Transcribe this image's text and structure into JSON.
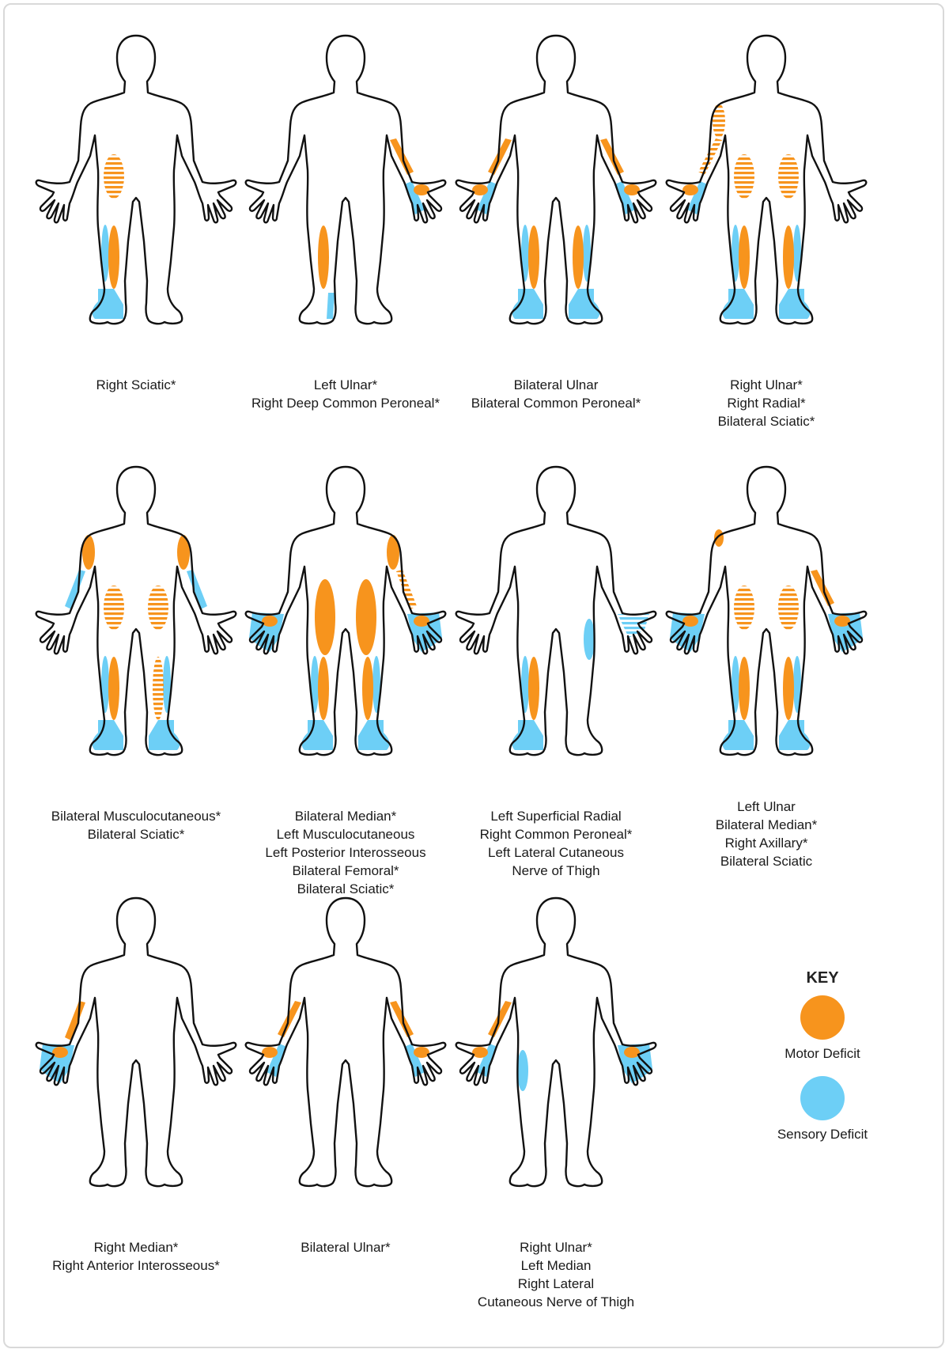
{
  "colors": {
    "motor": "#f7941d",
    "sensory": "#6dcff6",
    "outline": "#111111"
  },
  "figures": [
    {
      "id": "fig-1",
      "lines": [
        "Right Sciatic*"
      ],
      "regions": [
        {
          "part": "L-thigh",
          "type": "motor",
          "pattern": "striped"
        },
        {
          "part": "L-shin",
          "type": "motor",
          "pattern": "solid"
        },
        {
          "part": "L-shin-outer",
          "type": "sensory",
          "pattern": "solid"
        },
        {
          "part": "L-foot",
          "type": "sensory",
          "pattern": "solid"
        }
      ]
    },
    {
      "id": "fig-2",
      "lines": [
        "Left Ulnar*",
        "Right Deep Common Peroneal*"
      ],
      "regions": [
        {
          "part": "R-forearm-ulnar",
          "type": "motor",
          "pattern": "solid"
        },
        {
          "part": "R-hand-ulnar",
          "type": "sensory",
          "pattern": "solid"
        },
        {
          "part": "R-palm",
          "type": "motor",
          "pattern": "solid"
        },
        {
          "part": "L-shin",
          "type": "motor",
          "pattern": "solid"
        },
        {
          "part": "L-foot-web",
          "type": "sensory",
          "pattern": "solid"
        }
      ]
    },
    {
      "id": "fig-3",
      "lines": [
        "Bilateral Ulnar",
        "Bilateral Common Peroneal*"
      ],
      "regions": [
        {
          "part": "L-forearm-ulnar",
          "type": "motor",
          "pattern": "solid"
        },
        {
          "part": "R-forearm-ulnar",
          "type": "motor",
          "pattern": "solid"
        },
        {
          "part": "L-hand-ulnar",
          "type": "sensory",
          "pattern": "solid"
        },
        {
          "part": "R-hand-ulnar",
          "type": "sensory",
          "pattern": "solid"
        },
        {
          "part": "L-palm",
          "type": "motor",
          "pattern": "solid"
        },
        {
          "part": "R-palm",
          "type": "motor",
          "pattern": "solid"
        },
        {
          "part": "L-shin",
          "type": "motor",
          "pattern": "solid"
        },
        {
          "part": "R-shin",
          "type": "motor",
          "pattern": "solid"
        },
        {
          "part": "L-shin-outer",
          "type": "sensory",
          "pattern": "solid"
        },
        {
          "part": "R-shin-outer",
          "type": "sensory",
          "pattern": "solid"
        },
        {
          "part": "L-foot",
          "type": "sensory",
          "pattern": "solid"
        },
        {
          "part": "R-foot",
          "type": "sensory",
          "pattern": "solid"
        }
      ]
    },
    {
      "id": "fig-4",
      "lines": [
        "Right Ulnar*",
        "Right Radial*",
        "Bilateral Sciatic*"
      ],
      "regions": [
        {
          "part": "L-upperarm",
          "type": "motor",
          "pattern": "striped"
        },
        {
          "part": "L-forearm-ulnar",
          "type": "motor",
          "pattern": "striped"
        },
        {
          "part": "L-hand-ulnar",
          "type": "sensory",
          "pattern": "solid"
        },
        {
          "part": "L-palm",
          "type": "motor",
          "pattern": "solid"
        },
        {
          "part": "L-thigh",
          "type": "motor",
          "pattern": "striped"
        },
        {
          "part": "R-thigh",
          "type": "motor",
          "pattern": "striped"
        },
        {
          "part": "L-shin",
          "type": "motor",
          "pattern": "solid"
        },
        {
          "part": "R-shin",
          "type": "motor",
          "pattern": "solid"
        },
        {
          "part": "L-shin-outer",
          "type": "sensory",
          "pattern": "solid"
        },
        {
          "part": "R-shin-outer",
          "type": "sensory",
          "pattern": "solid"
        },
        {
          "part": "L-foot",
          "type": "sensory",
          "pattern": "solid"
        },
        {
          "part": "R-foot",
          "type": "sensory",
          "pattern": "solid"
        }
      ]
    },
    {
      "id": "fig-5",
      "lines": [
        "Bilateral Musculocutaneous*",
        "Bilateral Sciatic*"
      ],
      "regions": [
        {
          "part": "L-upperarm",
          "type": "motor",
          "pattern": "solid"
        },
        {
          "part": "R-upperarm",
          "type": "motor",
          "pattern": "solid"
        },
        {
          "part": "L-forearm-radial",
          "type": "sensory",
          "pattern": "solid"
        },
        {
          "part": "R-forearm-radial",
          "type": "sensory",
          "pattern": "solid"
        },
        {
          "part": "L-thigh",
          "type": "motor",
          "pattern": "striped"
        },
        {
          "part": "R-thigh",
          "type": "motor",
          "pattern": "striped"
        },
        {
          "part": "L-shin",
          "type": "motor",
          "pattern": "solid"
        },
        {
          "part": "R-shin",
          "type": "motor",
          "pattern": "striped"
        },
        {
          "part": "L-shin-outer",
          "type": "sensory",
          "pattern": "solid"
        },
        {
          "part": "R-shin-outer",
          "type": "sensory",
          "pattern": "solid"
        },
        {
          "part": "L-foot",
          "type": "sensory",
          "pattern": "solid"
        },
        {
          "part": "R-foot",
          "type": "sensory",
          "pattern": "solid"
        }
      ]
    },
    {
      "id": "fig-6",
      "lines": [
        "Bilateral Median*",
        "Left Musculocutaneous",
        "Left Posterior Interosseous",
        "Bilateral Femoral*",
        "Bilateral Sciatic*"
      ],
      "regions": [
        {
          "part": "L-hand-full",
          "type": "sensory",
          "pattern": "solid"
        },
        {
          "part": "R-hand-full",
          "type": "sensory",
          "pattern": "solid"
        },
        {
          "part": "L-palm",
          "type": "motor",
          "pattern": "solid"
        },
        {
          "part": "R-palm",
          "type": "motor",
          "pattern": "solid"
        },
        {
          "part": "R-upperarm",
          "type": "motor",
          "pattern": "solid"
        },
        {
          "part": "R-forearm-radial",
          "type": "motor",
          "pattern": "striped"
        },
        {
          "part": "L-thigh-full",
          "type": "motor",
          "pattern": "solid"
        },
        {
          "part": "R-thigh-full",
          "type": "motor",
          "pattern": "solid"
        },
        {
          "part": "L-shin",
          "type": "motor",
          "pattern": "solid"
        },
        {
          "part": "R-shin",
          "type": "motor",
          "pattern": "solid"
        },
        {
          "part": "L-shin-outer",
          "type": "sensory",
          "pattern": "solid"
        },
        {
          "part": "R-shin-outer",
          "type": "sensory",
          "pattern": "solid"
        },
        {
          "part": "L-foot",
          "type": "sensory",
          "pattern": "solid"
        },
        {
          "part": "R-foot",
          "type": "sensory",
          "pattern": "solid"
        }
      ]
    },
    {
      "id": "fig-7",
      "lines": [
        "Left Superficial Radial",
        "Right Common Peroneal*",
        "Left Lateral Cutaneous",
        "Nerve of Thigh"
      ],
      "regions": [
        {
          "part": "R-hand-radial",
          "type": "sensory",
          "pattern": "striped"
        },
        {
          "part": "R-thigh-lateral",
          "type": "sensory",
          "pattern": "solid"
        },
        {
          "part": "L-shin",
          "type": "motor",
          "pattern": "solid"
        },
        {
          "part": "L-shin-outer",
          "type": "sensory",
          "pattern": "solid"
        },
        {
          "part": "L-foot",
          "type": "sensory",
          "pattern": "solid"
        }
      ]
    },
    {
      "id": "fig-8",
      "lines": [
        "Left Ulnar",
        "Bilateral Median*",
        "Right Axillary*",
        "Bilateral Sciatic"
      ],
      "regions": [
        {
          "part": "L-shoulder",
          "type": "motor",
          "pattern": "solid"
        },
        {
          "part": "L-hand-full",
          "type": "sensory",
          "pattern": "solid"
        },
        {
          "part": "R-hand-full",
          "type": "sensory",
          "pattern": "solid"
        },
        {
          "part": "L-palm",
          "type": "motor",
          "pattern": "solid"
        },
        {
          "part": "R-palm",
          "type": "motor",
          "pattern": "solid"
        },
        {
          "part": "R-forearm-ulnar",
          "type": "motor",
          "pattern": "solid"
        },
        {
          "part": "L-thigh",
          "type": "motor",
          "pattern": "striped"
        },
        {
          "part": "R-thigh",
          "type": "motor",
          "pattern": "striped"
        },
        {
          "part": "L-shin",
          "type": "motor",
          "pattern": "solid"
        },
        {
          "part": "R-shin",
          "type": "motor",
          "pattern": "solid"
        },
        {
          "part": "L-shin-outer",
          "type": "sensory",
          "pattern": "solid"
        },
        {
          "part": "R-shin-outer",
          "type": "sensory",
          "pattern": "solid"
        },
        {
          "part": "L-foot",
          "type": "sensory",
          "pattern": "solid"
        },
        {
          "part": "R-foot",
          "type": "sensory",
          "pattern": "solid"
        }
      ]
    },
    {
      "id": "fig-9",
      "lines": [
        "Right Median*",
        "Right Anterior Interosseous*"
      ],
      "regions": [
        {
          "part": "L-forearm-radial",
          "type": "motor",
          "pattern": "solid"
        },
        {
          "part": "L-hand-full",
          "type": "sensory",
          "pattern": "solid"
        },
        {
          "part": "L-palm",
          "type": "motor",
          "pattern": "solid"
        }
      ]
    },
    {
      "id": "fig-10",
      "lines": [
        "Bilateral Ulnar*"
      ],
      "regions": [
        {
          "part": "L-forearm-ulnar",
          "type": "motor",
          "pattern": "solid"
        },
        {
          "part": "R-forearm-ulnar",
          "type": "motor",
          "pattern": "solid"
        },
        {
          "part": "L-hand-ulnar",
          "type": "sensory",
          "pattern": "solid"
        },
        {
          "part": "R-hand-ulnar",
          "type": "sensory",
          "pattern": "solid"
        },
        {
          "part": "L-palm",
          "type": "motor",
          "pattern": "solid"
        },
        {
          "part": "R-palm",
          "type": "motor",
          "pattern": "solid"
        }
      ]
    },
    {
      "id": "fig-11",
      "lines": [
        "Right Ulnar*",
        "Left Median",
        "Right Lateral",
        "Cutaneous Nerve of Thigh"
      ],
      "regions": [
        {
          "part": "L-forearm-ulnar",
          "type": "motor",
          "pattern": "solid"
        },
        {
          "part": "L-hand-ulnar",
          "type": "sensory",
          "pattern": "solid"
        },
        {
          "part": "L-palm",
          "type": "motor",
          "pattern": "solid"
        },
        {
          "part": "R-hand-full",
          "type": "sensory",
          "pattern": "solid"
        },
        {
          "part": "R-palm",
          "type": "motor",
          "pattern": "solid"
        },
        {
          "part": "L-thigh-lateral",
          "type": "sensory",
          "pattern": "solid"
        }
      ]
    }
  ],
  "key": {
    "title": "KEY",
    "items": [
      {
        "label": "Motor Deficit",
        "type": "motor"
      },
      {
        "label": "Sensory Deficit",
        "type": "sensory"
      }
    ]
  }
}
